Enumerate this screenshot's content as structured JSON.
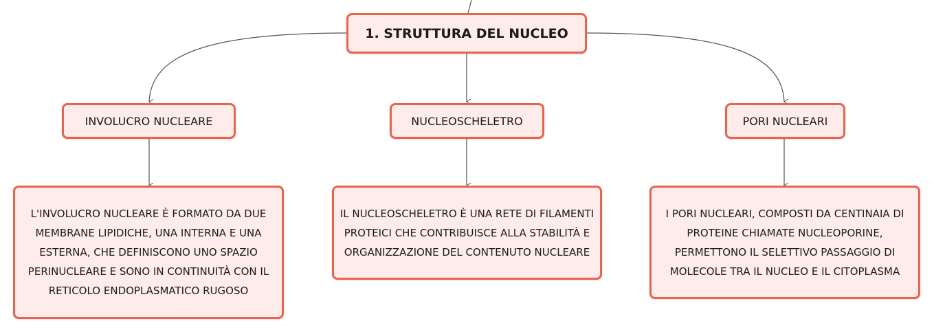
{
  "root": {
    "label": "1. STRUTTURA DEL NUCLEO"
  },
  "topics": [
    {
      "label": "INVOLUCRO NUCLEARE",
      "description": "L'INVOLUCRO NUCLEARE È FORMATO DA DUE MEMBRANE LIPIDICHE, UNA INTERNA E UNA ESTERNA, CHE DEFINISCONO UNO SPAZIO PERINUCLEARE E SONO IN CONTINUITÀ CON IL RETICOLO ENDOPLASMATICO RUGOSO"
    },
    {
      "label": "NUCLEOSCHELETRO",
      "description": "IL NUCLEOSCHELETRO È UNA RETE DI FILAMENTI PROTEICI CHE CONTRIBUISCE ALLA STABILITÀ E ORGANIZZAZIONE DEL CONTENUTO NUCLEARE"
    },
    {
      "label": "PORI NUCLEARI",
      "description": "I PORI NUCLEARI, COMPOSTI DA CENTINAIA DI PROTEINE CHIAMATE NUCLEOPORINE, PERMETTONO IL SELETTIVO PASSAGGIO DI MOLECOLE TRA IL NUCLEO E IL CITOPLASMA"
    }
  ],
  "colors": {
    "border": "#e8644f",
    "fill": "#fdecea",
    "connector": "#555555"
  }
}
